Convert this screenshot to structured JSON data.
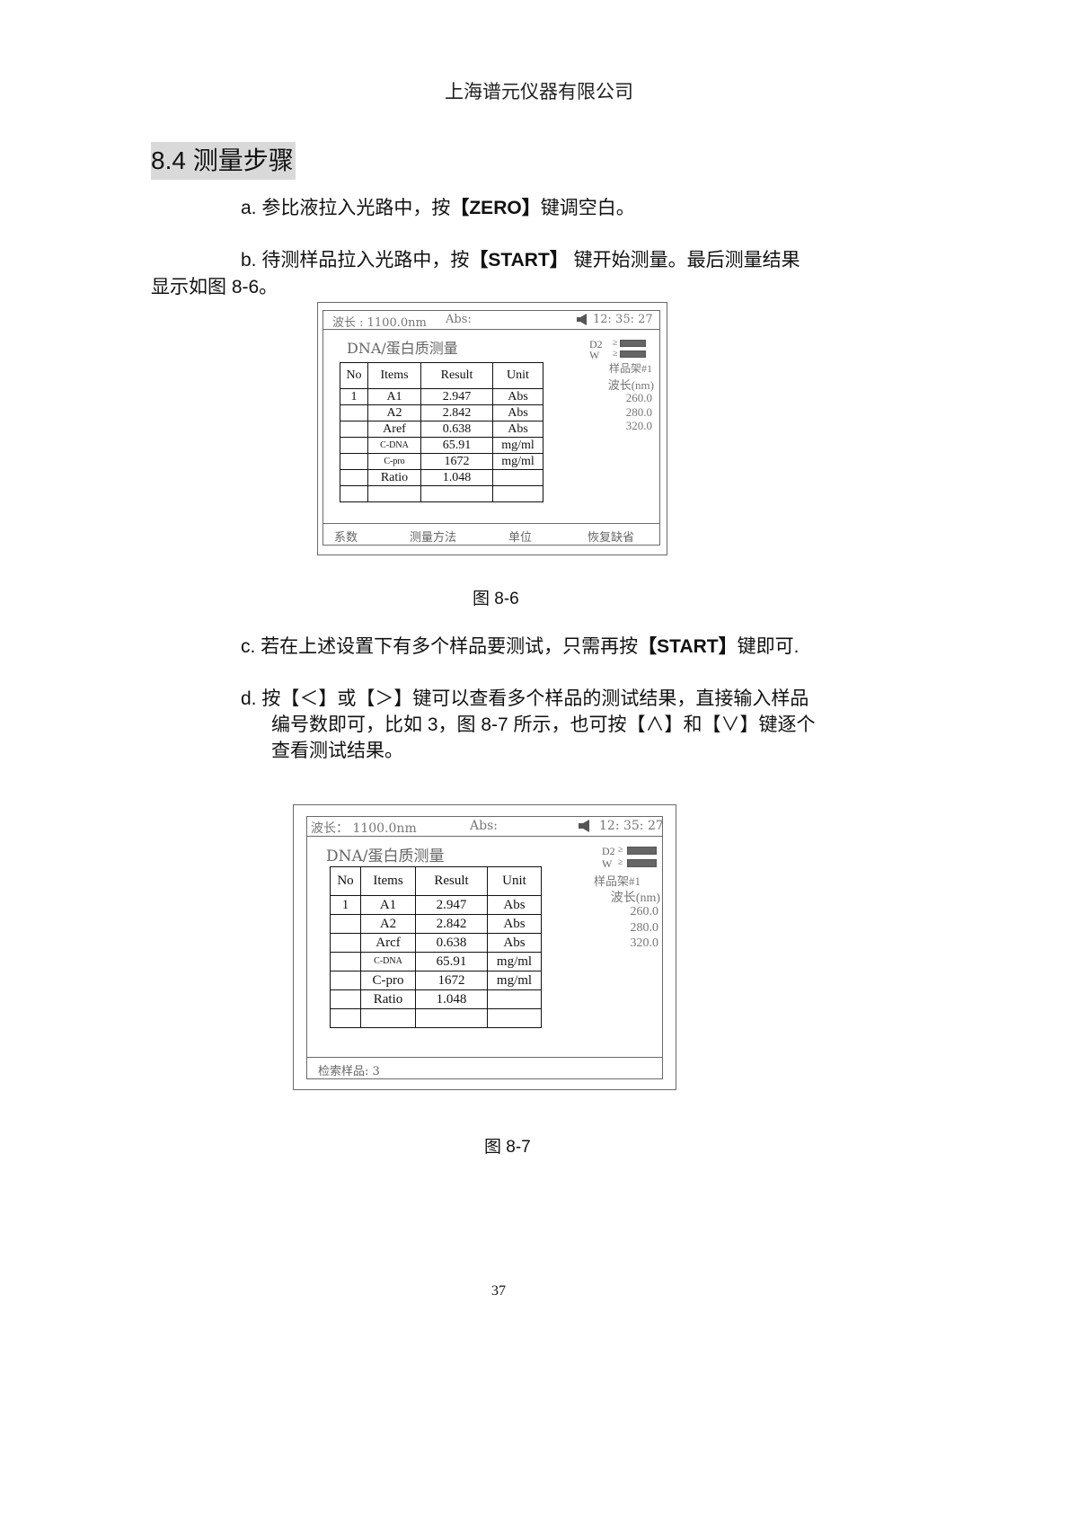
{
  "page": {
    "company_header": "上海谱元仪器有限公司",
    "section_title": "8.4  测量步骤",
    "page_number": "37"
  },
  "steps": {
    "a": {
      "prefix": "a. 参比液拉入光路中，按",
      "key": "【ZERO】",
      "suffix": "键调空白。"
    },
    "b": {
      "prefix": "b. 待测样品拉入光路中，按",
      "key": "【START】",
      "suffix_line1": " 键开始测量。最后测量结果",
      "line2": "显示如图 8-6。"
    },
    "c": {
      "prefix": "c. 若在上述设置下有多个样品要测试，只需再按",
      "key": "【START】",
      "suffix": "键即可."
    },
    "d": {
      "line1": "d. 按【＜】或【＞】键可以查看多个样品的测试结果，直接输入样品",
      "line2": "编号数即可，比如 3，图 8-7 所示，也可按【∧】和【∨】键逐个",
      "line3": "查看测试结果。"
    }
  },
  "figures": [
    {
      "caption": "图  8-6",
      "screen": {
        "wavelength_label": "波长 : 1100.0nm",
        "abs_label": "Abs:",
        "speaker_icon": "speaker-icon",
        "time": "12: 35: 27",
        "title": "DNA/蛋白质测量",
        "lamps": [
          {
            "label": "D2",
            "symbol": "≥"
          },
          {
            "label": "W",
            "symbol": "≥"
          }
        ],
        "sample_holder": "样品架#1",
        "wavelength_header": "波长(nm)",
        "wavelengths": [
          "260.0",
          "280.0",
          "320.0"
        ],
        "table": {
          "headers": [
            "No",
            "Items",
            "Result",
            "Unit"
          ],
          "rows": [
            [
              "1",
              "A1",
              "2.947",
              "Abs"
            ],
            [
              "",
              "A2",
              "2.842",
              "Abs"
            ],
            [
              "",
              "Aref",
              "0.638",
              "Abs"
            ],
            [
              "",
              "C-DNA",
              "65.91",
              "mg/ml"
            ],
            [
              "",
              "C-pro",
              "1672",
              "mg/ml"
            ],
            [
              "",
              "Ratio",
              "1.048",
              ""
            ],
            [
              "",
              "",
              "",
              ""
            ]
          ]
        },
        "footer": [
          "系数",
          "测量方法",
          "单位",
          "恢复缺省"
        ]
      }
    },
    {
      "caption": "图 8-7",
      "screen": {
        "wavelength_label": "波长： 1100.0nm",
        "abs_label": "Abs:",
        "speaker_icon": "speaker-icon",
        "time": "12: 35: 27",
        "title": "DNA/蛋白质测量",
        "lamps": [
          {
            "label": "D2",
            "symbol": "≥"
          },
          {
            "label": "W",
            "symbol": "≥"
          }
        ],
        "sample_holder": "样品架#1",
        "wavelength_header": "波长(nm)",
        "wavelengths": [
          "260.0",
          "280.0",
          "320.0"
        ],
        "table": {
          "headers": [
            "No",
            "Items",
            "Result",
            "Unit"
          ],
          "rows": [
            [
              "1",
              "A1",
              "2.947",
              "Abs"
            ],
            [
              "",
              "A2",
              "2.842",
              "Abs"
            ],
            [
              "",
              "Arcf",
              "0.638",
              "Abs"
            ],
            [
              "",
              "C-DNA",
              "65.91",
              "mg/ml"
            ],
            [
              "",
              "C-pro",
              "1672",
              "mg/ml"
            ],
            [
              "",
              "Ratio",
              "1.048",
              ""
            ],
            [
              "",
              "",
              "",
              ""
            ]
          ]
        },
        "footer_search": "检索样品: 3"
      }
    }
  ]
}
